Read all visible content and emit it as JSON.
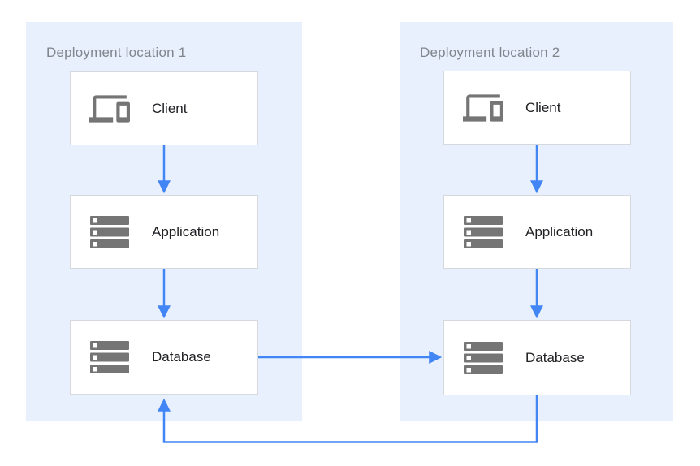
{
  "diagram": {
    "panels": [
      {
        "title": "Deployment location 1",
        "nodes": [
          {
            "label": "Client",
            "icon": "devices-icon"
          },
          {
            "label": "Application",
            "icon": "server-stack-icon"
          },
          {
            "label": "Database",
            "icon": "server-stack-icon"
          }
        ]
      },
      {
        "title": "Deployment location 2",
        "nodes": [
          {
            "label": "Client",
            "icon": "devices-icon"
          },
          {
            "label": "Application",
            "icon": "server-stack-icon"
          },
          {
            "label": "Database",
            "icon": "server-stack-icon"
          }
        ]
      }
    ],
    "connections": [
      {
        "from": "client-1",
        "to": "application-1"
      },
      {
        "from": "application-1",
        "to": "database-1"
      },
      {
        "from": "client-2",
        "to": "application-2"
      },
      {
        "from": "application-2",
        "to": "database-2"
      },
      {
        "from": "database-1",
        "to": "database-2"
      },
      {
        "from": "database-2",
        "to": "database-1"
      }
    ],
    "colors": {
      "panel_bg": "#e8f0fe",
      "box_border": "#d5d8dc",
      "arrow_color": "#4285f4",
      "icon_color": "#757575",
      "title_text": "#80868b",
      "label_text": "#202124"
    }
  }
}
